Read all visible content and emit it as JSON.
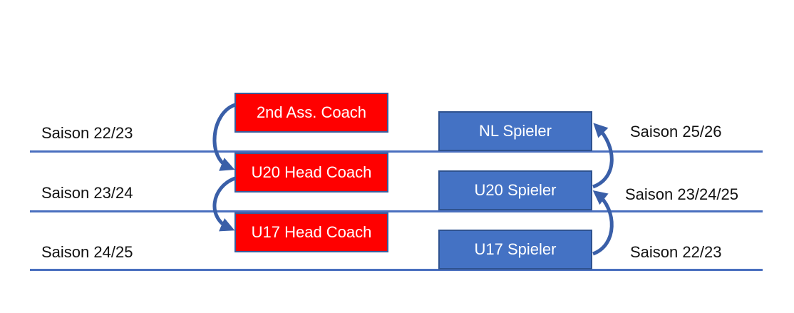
{
  "coach_track": {
    "seasons": [
      "Saison 22/23",
      "Saison 23/24",
      "Saison 24/25"
    ],
    "roles": [
      "2nd Ass. Coach",
      "U20 Head Coach",
      "U17 Head Coach"
    ]
  },
  "player_track": {
    "roles": [
      "NL Spieler",
      "U20 Spieler",
      "U17 Spieler"
    ],
    "seasons": [
      "Saison 25/26",
      "Saison 23/24/25",
      "Saison 22/23"
    ]
  },
  "colors": {
    "coach_box": "#ff0000",
    "player_box": "#4472c4",
    "lines": "#4a6fbf",
    "arrows": "#3a5fa8"
  }
}
